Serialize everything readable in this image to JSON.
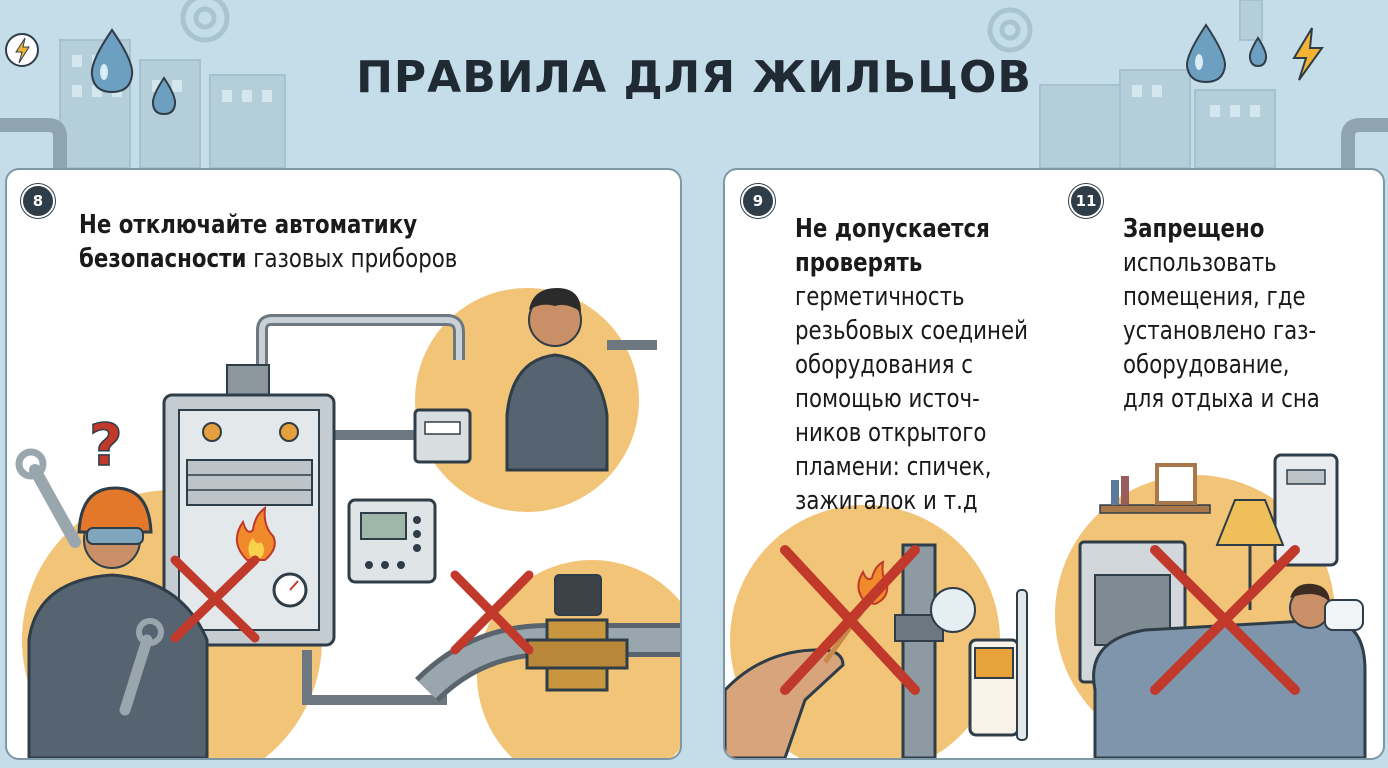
{
  "title": "ПРАВИЛА ДЛЯ ЖИЛЬЦОВ",
  "colors": {
    "background": "#c5dde8",
    "panel": "#ffffff",
    "accent_circle": "#f2c478",
    "cross": "#c0392b",
    "number_badge": "#2f3d48"
  },
  "icons": [
    "lightning-icon",
    "water-drop-icon",
    "gear-icon",
    "question-mark-icon",
    "wrench-icon",
    "flame-icon",
    "cross-mark-icon"
  ],
  "rules": [
    {
      "number": "8",
      "bold_1": "Не отключайте автоматику",
      "bold_2": "безопасности",
      "text_2": " газовых приборов"
    },
    {
      "number": "9",
      "bold_1": "Не допускается",
      "bold_2": "проверять",
      "lines": [
        "герметичность",
        "резьбовых соединей",
        "оборудования с",
        "помощью источ-",
        "ников открытого",
        "пламени: спичек,",
        "зажигалок и т.д"
      ]
    },
    {
      "number": "11",
      "bold_1": "Запрещено",
      "lines": [
        "использовать",
        "помещения, где",
        "установлено газ-",
        "оборудование,",
        "для отдыха и сна"
      ]
    }
  ]
}
